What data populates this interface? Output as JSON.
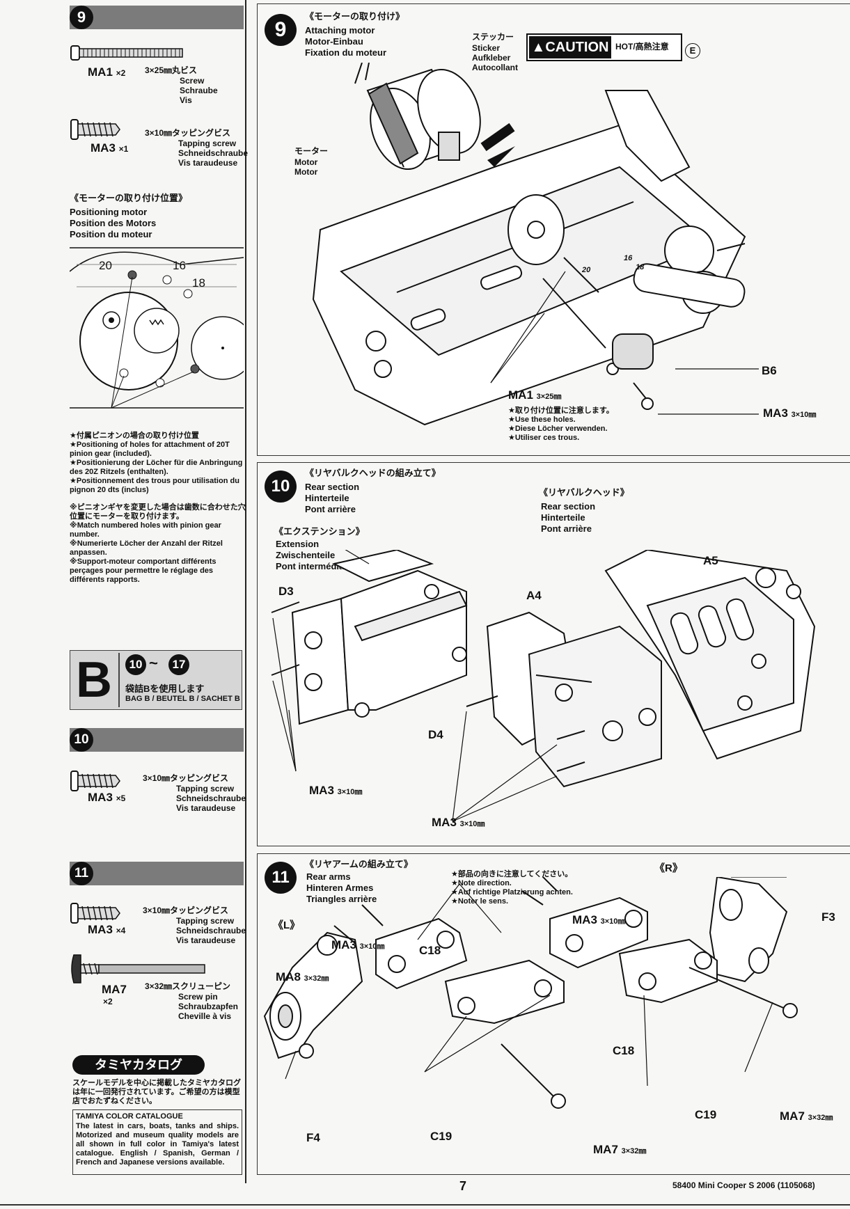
{
  "left": {
    "step9": {
      "num": "9",
      "ma1": {
        "code": "MA1",
        "qty": "×2",
        "spec": "3×25㎜丸ビス",
        "t1": "Screw",
        "t2": "Schraube",
        "t3": "Vis"
      },
      "ma3": {
        "code": "MA3",
        "qty": "×1",
        "spec": "3×10㎜タッピングビス",
        "t1": "Tapping screw",
        "t2": "Schneidschraube",
        "t3": "Vis taraudeuse"
      }
    },
    "position": {
      "jp": "《モーターの取り付け位置》",
      "en": "Positioning motor",
      "de": "Position des Motors",
      "fr": "Position du moteur",
      "n20": "20",
      "n16": "16",
      "n18": "18",
      "notes": [
        "★付属ピニオンの場合の取り付け位置",
        "★Positioning of holes for attachment of 20T pinion gear (included).",
        "★Positionierung der Löcher für die Anbringung des 20Z Ritzels (enthalten).",
        "★Positionnement des trous pour utilisation du pignon 20 dts (inclus)"
      ],
      "notes2": [
        "※ピニオンギヤを変更した場合は歯数に合わせた穴位置にモーターを取り付けます。",
        "※Match numbered holes with pinion gear number.",
        "※Numerierte Löcher der Anzahl der Ritzel anpassen.",
        "※Support-moteur comportant différents perçages pour permettre le réglage des différents rapports."
      ]
    },
    "bagB": {
      "letter": "B",
      "from": "10",
      "tilde": "~",
      "to": "17",
      "jp": "袋詰Bを使用します",
      "en": "BAG B / BEUTEL B / SACHET B"
    },
    "step10": {
      "num": "10",
      "ma3": {
        "code": "MA3",
        "qty": "×5",
        "spec": "3×10㎜タッピングビス",
        "t1": "Tapping screw",
        "t2": "Schneidschraube",
        "t3": "Vis taraudeuse"
      }
    },
    "step11": {
      "num": "11",
      "ma3": {
        "code": "MA3",
        "qty": "×4",
        "spec": "3×10㎜タッピングビス",
        "t1": "Tapping screw",
        "t2": "Schneidschraube",
        "t3": "Vis taraudeuse"
      },
      "ma7": {
        "code": "MA7",
        "qty": "×2",
        "spec": "3×32㎜スクリューピン",
        "t1": "Screw pin",
        "t2": "Schraubzapfen",
        "t3": "Cheville à vis"
      }
    },
    "catalog": {
      "header": "タミヤカタログ",
      "jp": "スケールモデルを中心に掲載したタミヤカタログは年に一回発行されています。ご希望の方は模型店でおたずねください。",
      "title": "TAMIYA COLOR CATALOGUE",
      "body": "The latest in cars, boats, tanks and ships. Motorized and museum quality models are all shown in full color in Tamiya's latest catalogue. English / Spanish, German / French and Japanese versions available."
    }
  },
  "panel9": {
    "num": "9",
    "jp": "《モーターの取り付け》",
    "en": "Attaching motor",
    "de": "Motor-Einbau",
    "fr": "Fixation du moteur",
    "sticker": {
      "jp": "ステッカー",
      "en": "Sticker",
      "de": "Aufkleber",
      "fr": "Autocollant"
    },
    "caution": "CAUTION",
    "hot": "HOT/高熱注意",
    "e": "E",
    "motor": {
      "jp": "モーター",
      "en": "Motor",
      "de": "Motor",
      "fr": "Moteur"
    },
    "n16": "16",
    "n18": "18",
    "n20": "20",
    "b6": "B6",
    "ma1": "MA1",
    "ma1spec": "3×25㎜",
    "ma3": "MA3",
    "ma3spec": "3×10㎜",
    "notes": [
      "★取り付け位置に注意します。",
      "★Use these holes.",
      "★Diese Löcher verwenden.",
      "★Utiliser ces trous."
    ]
  },
  "panel10": {
    "num": "10",
    "jp": "《リヤバルクヘッドの組み立て》",
    "en": "Rear section",
    "de": "Hinterteile",
    "fr": "Pont arrière",
    "ext": {
      "jp": "《エクステンション》",
      "en": "Extension",
      "de": "Zwischenteile",
      "fr": "Pont intermédiaire"
    },
    "head": {
      "jp": "《リヤバルクヘッド》",
      "en": "Rear section",
      "de": "Hinterteile",
      "fr": "Pont arrière"
    },
    "d3": "D3",
    "d4": "D4",
    "a4": "A4",
    "a5": "A5",
    "ma3a": "MA3",
    "ma3aspec": "3×10㎜",
    "ma3b": "MA3",
    "ma3bspec": "3×10㎜"
  },
  "panel11": {
    "num": "11",
    "jp": "《リヤアームの組み立て》",
    "en": "Rear arms",
    "de": "Hinteren Armes",
    "fr": "Triangles arrière",
    "notes": [
      "★部品の向きに注意してください。",
      "★Note direction.",
      "★Auf richtige Platzierung achten.",
      "★Noter le sens."
    ],
    "L": "《L》",
    "R": "《R》",
    "ma3l": "MA3",
    "ma3lspec": "3×10㎜",
    "ma8": "MA8",
    "ma8spec": "3×32㎜",
    "c18l": "C18",
    "f4": "F4",
    "c19l": "C19",
    "ma7l": "MA7",
    "ma7lspec": "3×32㎜",
    "ma3r": "MA3",
    "ma3rspec": "3×10㎜",
    "f3": "F3",
    "c18r": "C18",
    "c19r": "C19",
    "ma7r": "MA7",
    "ma7rspec": "3×32㎜"
  },
  "footer": {
    "page": "7",
    "code": "58400  Mini Cooper S 2006 (1105068)"
  }
}
